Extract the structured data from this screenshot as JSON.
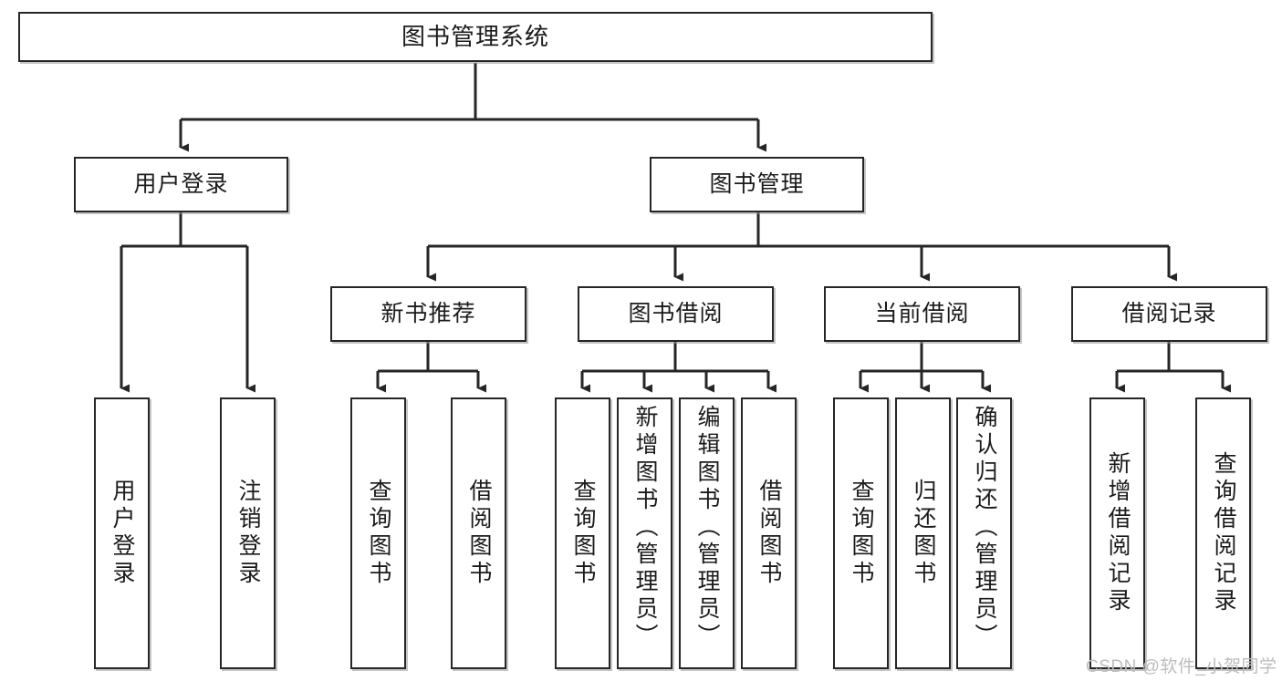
{
  "diagram": {
    "type": "tree-hierarchy",
    "title": "图书管理系统",
    "watermark": "CSDN @软件_小贺同学",
    "colors": {
      "background": "#ffffff",
      "node_border": "#262626",
      "node_fill": "#ffffff",
      "connector": "#262626",
      "watermark": "#bdbdbd"
    },
    "nodes": {
      "root": {
        "label": "图书管理系统"
      },
      "level2": [
        {
          "id": "user-login",
          "label": "用户登录"
        },
        {
          "id": "book-manage",
          "label": "图书管理"
        }
      ],
      "level3": [
        {
          "id": "new-book-recommend",
          "label": "新书推荐"
        },
        {
          "id": "book-borrow",
          "label": "图书借阅"
        },
        {
          "id": "current-borrow",
          "label": "当前借阅"
        },
        {
          "id": "borrow-record",
          "label": "借阅记录"
        }
      ],
      "leaves": {
        "user-login": [
          {
            "id": "leaf-user-login",
            "label": "用户登录",
            "align": "center"
          },
          {
            "id": "leaf-logout",
            "label": "注销登录",
            "align": "center"
          }
        ],
        "new-book-recommend": [
          {
            "id": "leaf-query-book-1",
            "label": "查询图书",
            "align": "center"
          },
          {
            "id": "leaf-borrow-book-1",
            "label": "借阅图书",
            "align": "center"
          }
        ],
        "book-borrow": [
          {
            "id": "leaf-query-book-2",
            "label": "查询图书",
            "align": "center"
          },
          {
            "id": "leaf-add-book",
            "label": "新增图书（管理员）",
            "align": "top"
          },
          {
            "id": "leaf-edit-book",
            "label": "编辑图书（管理员）",
            "align": "top"
          },
          {
            "id": "leaf-borrow-book-2",
            "label": "借阅图书",
            "align": "center"
          }
        ],
        "current-borrow": [
          {
            "id": "leaf-query-book-3",
            "label": "查询图书",
            "align": "center"
          },
          {
            "id": "leaf-return-book",
            "label": "归还图书",
            "align": "center"
          },
          {
            "id": "leaf-confirm-return",
            "label": "确认归还（管理员）",
            "align": "top"
          }
        ],
        "borrow-record": [
          {
            "id": "leaf-add-record",
            "label": "新增借阅记录",
            "align": "center"
          },
          {
            "id": "leaf-query-record",
            "label": "查询借阅记录",
            "align": "center"
          }
        ]
      }
    }
  }
}
